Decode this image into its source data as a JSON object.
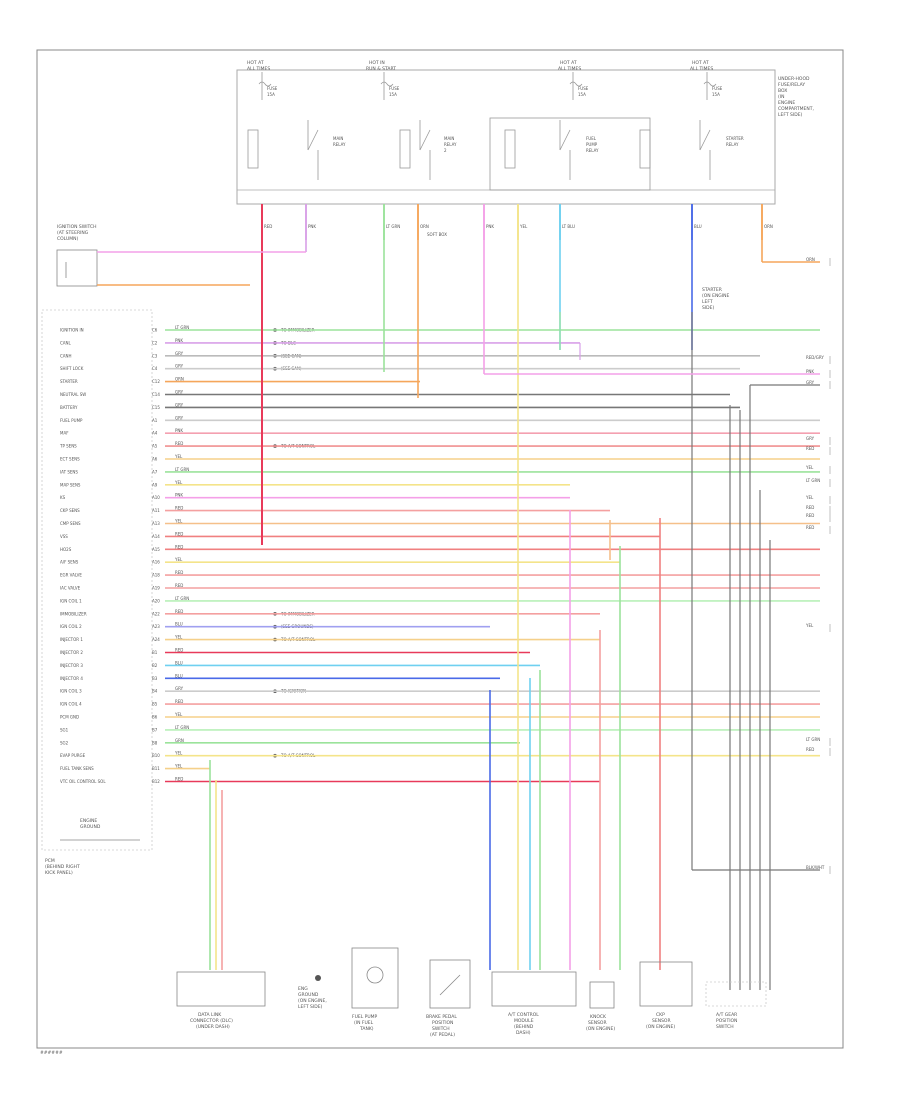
{
  "diagram": {
    "code": "######",
    "border_color": "#888888",
    "relay_box": {
      "fuses": [
        {
          "title": "HOT AT",
          "sub": "ALL TIMES",
          "fuse": "FUSE",
          "amps": "15A"
        },
        {
          "title": "HOT IN",
          "sub": "RUN & START",
          "fuse": "FUSE",
          "amps": "15A"
        },
        {
          "title": "HOT AT",
          "sub": "ALL TIMES",
          "fuse": "FUSE",
          "amps": "15A"
        },
        {
          "title": "HOT AT",
          "sub": "ALL TIMES",
          "fuse": "FUSE",
          "amps": "15A"
        }
      ],
      "relays": [
        {
          "line1": "MAIN",
          "line2": "RELAY"
        },
        {
          "line1": "MAIN",
          "line2": "RELAY",
          "line3": "2"
        },
        {
          "line1": "FUEL",
          "line2": "PUMP",
          "line3": "RELAY"
        },
        {
          "line1": "STARTER",
          "line2": "RELAY"
        }
      ],
      "label": [
        "UNDER-HOOD",
        "FUSE/RELAY",
        "BOX"
      ],
      "label_extra": [
        "(IN",
        "ENGINE",
        "COMPARTMENT,",
        "LEFT SIDE)"
      ],
      "junction_label": "SOFT BOX"
    },
    "ignition_switch": {
      "label": [
        "IGNITION SWITCH",
        "(AT STEERING",
        "COLUMN)"
      ]
    },
    "pcm": {
      "label": [
        "PCM",
        "(BEHIND RIGHT",
        "KICK PANEL)"
      ],
      "ground_label": [
        "ENGINE",
        "GROUND"
      ]
    },
    "right_connector": {
      "label": [
        "STARTER",
        "(ON ENGINE",
        "LEFT",
        "SIDE)"
      ]
    },
    "pcm_pins": [
      {
        "name": "IGNITION IN",
        "pin": "C6",
        "wire": "LT GRN",
        "color": "#9be39b",
        "note": "TO IMMOBILIZER"
      },
      {
        "name": "CANL",
        "pin": "C2",
        "wire": "PNK",
        "color": "#d8a0e8",
        "note": "TO DLC"
      },
      {
        "name": "CANH",
        "pin": "C3",
        "wire": "GRY",
        "color": "#bbbbbb",
        "note": "(SEE CAN)"
      },
      {
        "name": "SHIFT LOCK",
        "pin": "C4",
        "wire": "GRY",
        "color": "#cccccc",
        "note": "(SEE CAN)"
      },
      {
        "name": "STARTER",
        "pin": "C12",
        "wire": "ORN",
        "color": "#f5a65b"
      },
      {
        "name": "NEUTRAL SW",
        "pin": "C14",
        "wire": "GRY",
        "color": "#777777"
      },
      {
        "name": "BATTERY",
        "pin": "C15",
        "wire": "GRY",
        "color": "#777777"
      },
      {
        "name": "FUEL PUMP",
        "pin": "A1",
        "wire": "GRY",
        "color": "#cccccc"
      },
      {
        "name": "MAF",
        "pin": "A4",
        "wire": "PNK",
        "color": "#f4a0b0"
      },
      {
        "name": "TP SENS",
        "pin": "A5",
        "wire": "RED",
        "color": "#f09090",
        "note": "TO A/T CONTROL"
      },
      {
        "name": "ECT SENS",
        "pin": "A6",
        "wire": "YEL",
        "color": "#f5d08a"
      },
      {
        "name": "IAT SENS",
        "pin": "A7",
        "wire": "LT GRN",
        "color": "#9be39b"
      },
      {
        "name": "MAP SENS",
        "pin": "A9",
        "wire": "YEL",
        "color": "#f4e48a"
      },
      {
        "name": "KS",
        "pin": "A10",
        "wire": "PNK",
        "color": "#f4a0e8"
      },
      {
        "name": "CKP SENS",
        "pin": "A11",
        "wire": "RED",
        "color": "#f4a0a0"
      },
      {
        "name": "CMP SENS",
        "pin": "A13",
        "wire": "YEL",
        "color": "#f5c08a"
      },
      {
        "name": "VSS",
        "pin": "A14",
        "wire": "RED",
        "color": "#f08080"
      },
      {
        "name": "HO2S",
        "pin": "A15",
        "wire": "RED",
        "color": "#f08080"
      },
      {
        "name": "A/F SENS",
        "pin": "A16",
        "wire": "YEL",
        "color": "#f4e48a"
      },
      {
        "name": "EGR VALVE",
        "pin": "A18",
        "wire": "RED",
        "color": "#f4a0a0"
      },
      {
        "name": "IAC VALVE",
        "pin": "A19",
        "wire": "RED",
        "color": "#f4a0a0"
      },
      {
        "name": "IGN COIL 1",
        "pin": "A20",
        "wire": "LT GRN",
        "color": "#b8f0b8"
      },
      {
        "name": "IMMOBILIZER",
        "pin": "A22",
        "wire": "RED",
        "color": "#f4a0a0",
        "note": "TO IMMOBILIZER"
      },
      {
        "name": "IGN COIL 2",
        "pin": "A23",
        "wire": "BLU",
        "color": "#a0a0f0",
        "note": "(SEE GROUNDS)"
      },
      {
        "name": "INJECTOR 1",
        "pin": "A24",
        "wire": "YEL",
        "color": "#f5d08a",
        "note": "TO A/T CONTROL"
      },
      {
        "name": "INJECTOR 2",
        "pin": "B1",
        "wire": "RED",
        "color": "#e83a5a"
      },
      {
        "name": "INJECTOR 3",
        "pin": "B2",
        "wire": "BLU",
        "color": "#6fd0f0"
      },
      {
        "name": "INJECTOR 4",
        "pin": "B3",
        "wire": "BLU",
        "color": "#4a6ae8"
      },
      {
        "name": "IGN COIL 3",
        "pin": "B4",
        "wire": "GRY",
        "color": "#cccccc",
        "note": "TO IGNITION"
      },
      {
        "name": "IGN COIL 4",
        "pin": "B5",
        "wire": "RED",
        "color": "#f4a0a0"
      },
      {
        "name": "PCM GND",
        "pin": "B6",
        "wire": "YEL",
        "color": "#f5d08a"
      },
      {
        "name": "SG1",
        "pin": "B7",
        "wire": "LT GRN",
        "color": "#b8f0b8"
      },
      {
        "name": "SG2",
        "pin": "B8",
        "wire": "GRN",
        "color": "#9be39b"
      },
      {
        "name": "EVAP PURGE",
        "pin": "B10",
        "wire": "YEL",
        "color": "#f4e48a",
        "note": "TO A/T CONTROL"
      },
      {
        "name": "FUEL TANK SENS",
        "pin": "B11",
        "wire": "YEL",
        "color": "#f5d08a"
      },
      {
        "name": "VTC OIL CONTROL SOL",
        "pin": "B12",
        "wire": "RED",
        "color": "#e83a5a"
      }
    ],
    "right_wire_labels": [
      {
        "text": "ORN",
        "color": "#f5a65b"
      },
      {
        "text": "RED/GRY",
        "color": "#888888"
      },
      {
        "text": "PNK",
        "color": "#d8a0e8"
      },
      {
        "text": "GRY",
        "color": "#777777"
      },
      {
        "text": "GRY",
        "color": "#cccccc"
      },
      {
        "text": "RED",
        "color": "#f4a0b0"
      },
      {
        "text": "YEL",
        "color": "#f5d08a"
      },
      {
        "text": "LT GRN",
        "color": "#9be39b"
      },
      {
        "text": "YEL",
        "color": "#f4e48a"
      },
      {
        "text": "RED",
        "color": "#f4a0a0"
      },
      {
        "text": "RED",
        "color": "#f08080"
      },
      {
        "text": "RED",
        "color": "#f4a0a0"
      },
      {
        "text": "YEL",
        "color": "#f4e48a"
      },
      {
        "text": "LT GRN",
        "color": "#b8f0b8"
      },
      {
        "text": "RED",
        "color": "#f08080"
      },
      {
        "text": "BLK/WHT",
        "color": "#777777"
      }
    ],
    "bottom_components": [
      {
        "id": "dlc",
        "label": [
          "DATA LINK",
          "CONNECTOR (DLC)",
          "(UNDER DASH)"
        ]
      },
      {
        "id": "ecm-ground",
        "label": [
          "ENG",
          "GROUND",
          "(ON ENGINE,",
          "LEFT SIDE)"
        ]
      },
      {
        "id": "fuel-pump",
        "label": [
          "FUEL PUMP",
          "(IN FUEL",
          "TANK)"
        ]
      },
      {
        "id": "brake-switch",
        "label": [
          "BRAKE PEDAL",
          "POSITION",
          "SWITCH",
          "(AT PEDAL)"
        ]
      },
      {
        "id": "a-t-control",
        "label": [
          "A/T CONTROL",
          "MODULE",
          "(BEHIND",
          "DASH)"
        ]
      },
      {
        "id": "knock-sensor",
        "label": [
          "KNOCK",
          "SENSOR",
          "(ON ENGINE)"
        ]
      },
      {
        "id": "ckp-sensor",
        "label": [
          "CKP",
          "SENSOR",
          "(ON ENGINE)"
        ]
      },
      {
        "id": "a-t-gear",
        "label": [
          "A/T GEAR",
          "POSITION",
          "SWITCH"
        ]
      }
    ],
    "top_wire_labels": [
      {
        "text": "RED",
        "color": "#e83a5a"
      },
      {
        "text": "PNK",
        "color": "#d8a0e8"
      },
      {
        "text": "LT GRN",
        "color": "#9be39b"
      },
      {
        "text": "ORN",
        "color": "#f5a65b"
      },
      {
        "text": "PNK",
        "color": "#f4a0e8"
      },
      {
        "text": "YEL",
        "color": "#f4e48a"
      },
      {
        "text": "LT BLU",
        "color": "#6fd0f0"
      },
      {
        "text": "BLU",
        "color": "#4a6ae8"
      },
      {
        "text": "ORN",
        "color": "#f5a65b"
      }
    ]
  }
}
